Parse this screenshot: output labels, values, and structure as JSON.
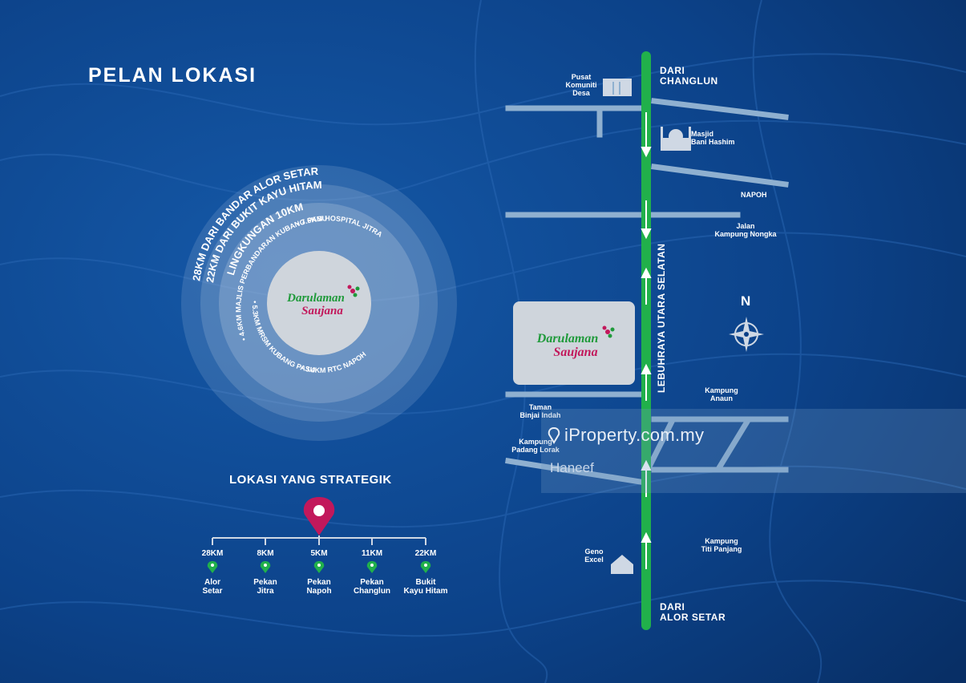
{
  "page": {
    "title": "PELAN LOKASI"
  },
  "radius": {
    "arc_labels": [
      "28KM DARI BANDAR ALOR SETAR",
      "22KM DARI BUKIT KAYU HITAM",
      "LINGKUNGAN 10KM"
    ],
    "inner_labels": [
      "• 7.6KM HOSPITAL JITRA",
      "• 4.6KM MAJLIS PERBANDARAN KUBANG PASU",
      "• 5.3KM MRSM KUBANG PASU",
      "• 3.4KM RTC NAPOH"
    ],
    "logo": {
      "line1": "Darulaman",
      "line2": "Saujana"
    }
  },
  "strategic": {
    "heading": "LOKASI YANG STRATEGIK",
    "stops": [
      {
        "dist": "28KM",
        "line1": "Alor",
        "line2": "Setar"
      },
      {
        "dist": "8KM",
        "line1": "Pekan",
        "line2": "Jitra"
      },
      {
        "dist": "5KM",
        "line1": "Pekan",
        "line2": "Napoh"
      },
      {
        "dist": "11KM",
        "line1": "Pekan",
        "line2": "Changlun"
      },
      {
        "dist": "22KM",
        "line1": "Bukit",
        "line2": "Kayu Hitam"
      }
    ]
  },
  "map": {
    "dari_changlun": {
      "line1": "DARI",
      "line2": "CHANGLUN"
    },
    "dari_alor_setar": {
      "line1": "DARI",
      "line2": "ALOR SETAR"
    },
    "highway": "LEBUHRAYA UTARA SELATAN",
    "compass": "N",
    "places": {
      "pusat": {
        "line1": "Pusat",
        "line2": "Komuniti",
        "line3": "Desa"
      },
      "masjid": {
        "line1": "Masjid",
        "line2": "Bani Hashim"
      },
      "napoh": "NAPOH",
      "nongka": {
        "line1": "Jalan",
        "line2": "Kampung Nongka"
      },
      "anaun": {
        "line1": "Kampung",
        "line2": "Anaun"
      },
      "binjai": {
        "line1": "Taman",
        "line2": "Binjai Indah"
      },
      "padang": {
        "line1": "Kampung",
        "line2": "Padang Lorak"
      },
      "geno": {
        "line1": "Geno",
        "line2": "Excel"
      },
      "titi": {
        "line1": "Kampung",
        "line2": "Titi Panjang"
      }
    },
    "logo": {
      "line1": "Darulaman",
      "line2": "Saujana"
    }
  },
  "watermark": {
    "text": "iProperty.com.my",
    "sub": "Haneef"
  },
  "colors": {
    "background": "#0b3f86",
    "highway": "#21b04b",
    "road": "#8fb0d0",
    "pin": "#c2185b",
    "logo_green": "#1f9a3a",
    "logo_pink": "#c2185b"
  }
}
